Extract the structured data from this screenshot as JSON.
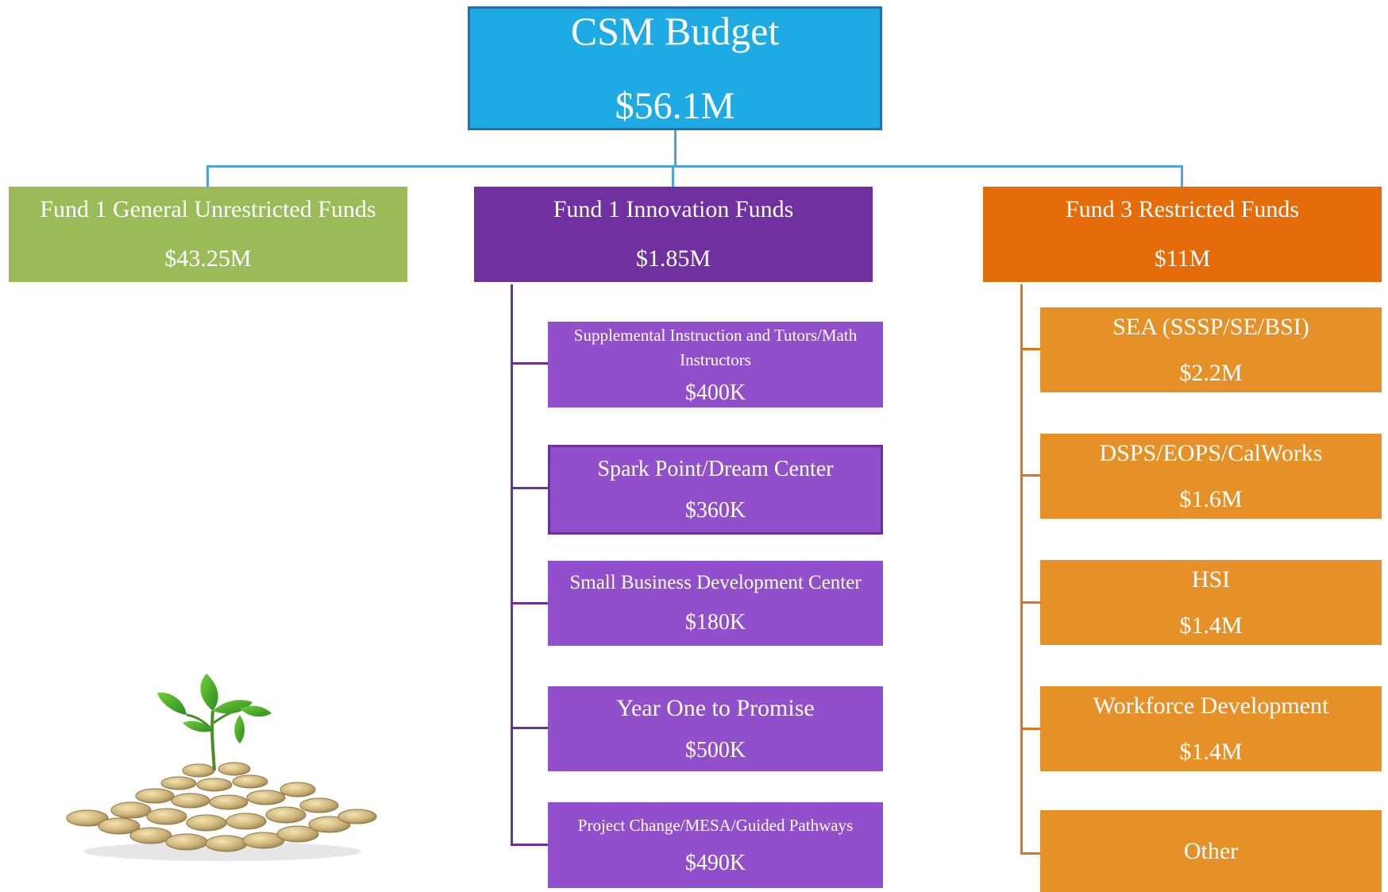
{
  "root": {
    "title": "CSM Budget",
    "value": "$56.1M"
  },
  "funds": [
    {
      "title": "Fund 1 General Unrestricted Funds",
      "value": "$43.25M",
      "color": "#9bbb59"
    },
    {
      "title": "Fund 1 Innovation Funds",
      "value": "$1.85M",
      "color": "#7030a0"
    },
    {
      "title": "Fund 3 Restricted Funds",
      "value": "$11M",
      "color": "#e46c0a"
    }
  ],
  "innovation_items": [
    {
      "title": "Supplemental Instruction and Tutors/Math Instructors",
      "value": "$400K"
    },
    {
      "title": "Spark Point/Dream Center",
      "value": "$360K"
    },
    {
      "title": "Small Business Development Center",
      "value": "$180K"
    },
    {
      "title": "Year One to Promise",
      "value": "$500K"
    },
    {
      "title": "Project Change/MESA/Guided Pathways",
      "value": "$490K"
    }
  ],
  "restricted_items": [
    {
      "title": "SEA (SSSP/SE/BSI)",
      "value": "$2.2M"
    },
    {
      "title": "DSPS/EOPS/CalWorks",
      "value": "$1.6M"
    },
    {
      "title": "HSI",
      "value": "$1.4M"
    },
    {
      "title": "Workforce Development",
      "value": "$1.4M"
    },
    {
      "title": "Other",
      "value": ""
    }
  ],
  "colors": {
    "root": "#1eabe3",
    "connector_blue": "#4fa3d9",
    "innovation_child": "#914fcb",
    "restricted_child": "#e69128"
  },
  "image": {
    "icon": "plant-on-coins-icon"
  }
}
